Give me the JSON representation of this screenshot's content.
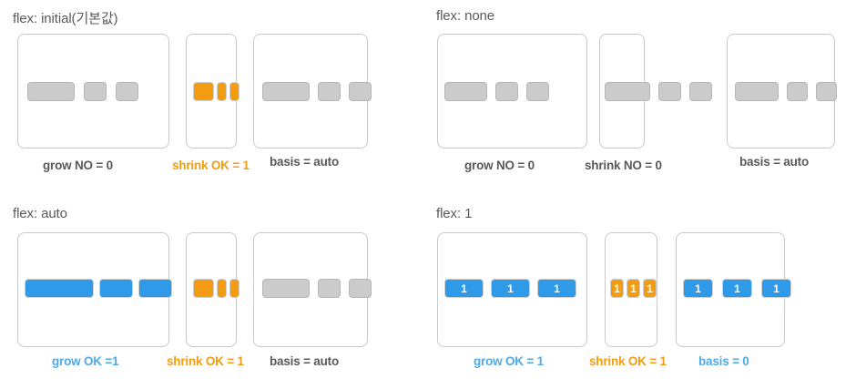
{
  "page": {
    "title": "CSS flex shorthand comparison diagram",
    "colors": {
      "gray_box": "#cbcbcb",
      "orange_box": "#f39c12",
      "blue_box": "#2f9be8",
      "container_border": "#c9c9c9",
      "title_text": "#58595b",
      "caption_gray": "#58595b",
      "caption_orange": "#f39c12",
      "caption_blue": "#4fa8e8",
      "background": "#ffffff"
    }
  },
  "panels": [
    {
      "id": "flex-initial",
      "title": "flex: initial(기본값)",
      "containers": [
        {
          "id": "grow",
          "caption": "grow NO = 0",
          "caption_color": "gray",
          "overflow": false,
          "items": [
            {
              "color": "gray",
              "label": "",
              "width": 52
            },
            {
              "color": "gray",
              "label": "",
              "width": 25
            },
            {
              "color": "gray",
              "label": "",
              "width": 25
            }
          ]
        },
        {
          "id": "shrink",
          "caption": "shrink OK = 1",
          "caption_color": "orange",
          "overflow": false,
          "items": [
            {
              "color": "orange",
              "label": "",
              "width": 23
            },
            {
              "color": "orange",
              "label": "",
              "width": 11
            },
            {
              "color": "orange",
              "label": "",
              "width": 11
            }
          ]
        },
        {
          "id": "basis",
          "caption": "basis = auto",
          "caption_color": "gray",
          "overflow": false,
          "items": [
            {
              "color": "gray",
              "label": "",
              "width": 52
            },
            {
              "color": "gray",
              "label": "",
              "width": 25
            },
            {
              "color": "gray",
              "label": "",
              "width": 25
            }
          ]
        }
      ]
    },
    {
      "id": "flex-none",
      "title": "flex: none",
      "containers": [
        {
          "id": "grow",
          "caption": "grow NO = 0",
          "caption_color": "gray",
          "overflow": false,
          "items": [
            {
              "color": "gray",
              "label": "",
              "width": 52
            },
            {
              "color": "gray",
              "label": "",
              "width": 25
            },
            {
              "color": "gray",
              "label": "",
              "width": 25
            }
          ]
        },
        {
          "id": "shrink",
          "caption": "shrink NO = 0",
          "caption_color": "gray",
          "overflow": true,
          "items": [
            {
              "color": "gray",
              "label": "",
              "width": 52
            },
            {
              "color": "gray",
              "label": "",
              "width": 25
            },
            {
              "color": "gray",
              "label": "",
              "width": 25
            }
          ]
        },
        {
          "id": "basis",
          "caption": "basis = auto",
          "caption_color": "gray",
          "overflow": false,
          "items": [
            {
              "color": "gray",
              "label": "",
              "width": 52
            },
            {
              "color": "gray",
              "label": "",
              "width": 25
            },
            {
              "color": "gray",
              "label": "",
              "width": 25
            }
          ]
        }
      ]
    },
    {
      "id": "flex-auto",
      "title": "flex: auto",
      "containers": [
        {
          "id": "grow",
          "caption": "grow OK =1",
          "caption_color": "blue",
          "overflow": false,
          "items": [
            {
              "color": "blue",
              "label": "",
              "width": 76
            },
            {
              "color": "blue",
              "label": "",
              "width": 37
            },
            {
              "color": "blue",
              "label": "",
              "width": 37
            }
          ]
        },
        {
          "id": "shrink",
          "caption": "shrink OK = 1",
          "caption_color": "orange",
          "overflow": false,
          "items": [
            {
              "color": "orange",
              "label": "",
              "width": 23
            },
            {
              "color": "orange",
              "label": "",
              "width": 11
            },
            {
              "color": "orange",
              "label": "",
              "width": 11
            }
          ]
        },
        {
          "id": "basis",
          "caption": "basis = auto",
          "caption_color": "gray",
          "overflow": false,
          "items": [
            {
              "color": "gray",
              "label": "",
              "width": 52
            },
            {
              "color": "gray",
              "label": "",
              "width": 25
            },
            {
              "color": "gray",
              "label": "",
              "width": 25
            }
          ]
        }
      ]
    },
    {
      "id": "flex-1",
      "title": "flex: 1",
      "containers": [
        {
          "id": "grow",
          "caption": "grow OK = 1",
          "caption_color": "blue",
          "overflow": false,
          "items": [
            {
              "color": "blue",
              "label": "1",
              "width": 43
            },
            {
              "color": "blue",
              "label": "1",
              "width": 43
            },
            {
              "color": "blue",
              "label": "1",
              "width": 43
            }
          ]
        },
        {
          "id": "shrink",
          "caption": "shrink OK = 1",
          "caption_color": "orange",
          "overflow": false,
          "items": [
            {
              "color": "orange",
              "label": "1",
              "width": 15
            },
            {
              "color": "orange",
              "label": "1",
              "width": 15
            },
            {
              "color": "orange",
              "label": "1",
              "width": 15
            }
          ]
        },
        {
          "id": "basis",
          "caption": "basis = 0",
          "caption_color": "blue",
          "overflow": false,
          "items": [
            {
              "color": "blue",
              "label": "1",
              "width": 33
            },
            {
              "color": "blue",
              "label": "1",
              "width": 33
            },
            {
              "color": "blue",
              "label": "1",
              "width": 33
            }
          ]
        }
      ]
    }
  ]
}
